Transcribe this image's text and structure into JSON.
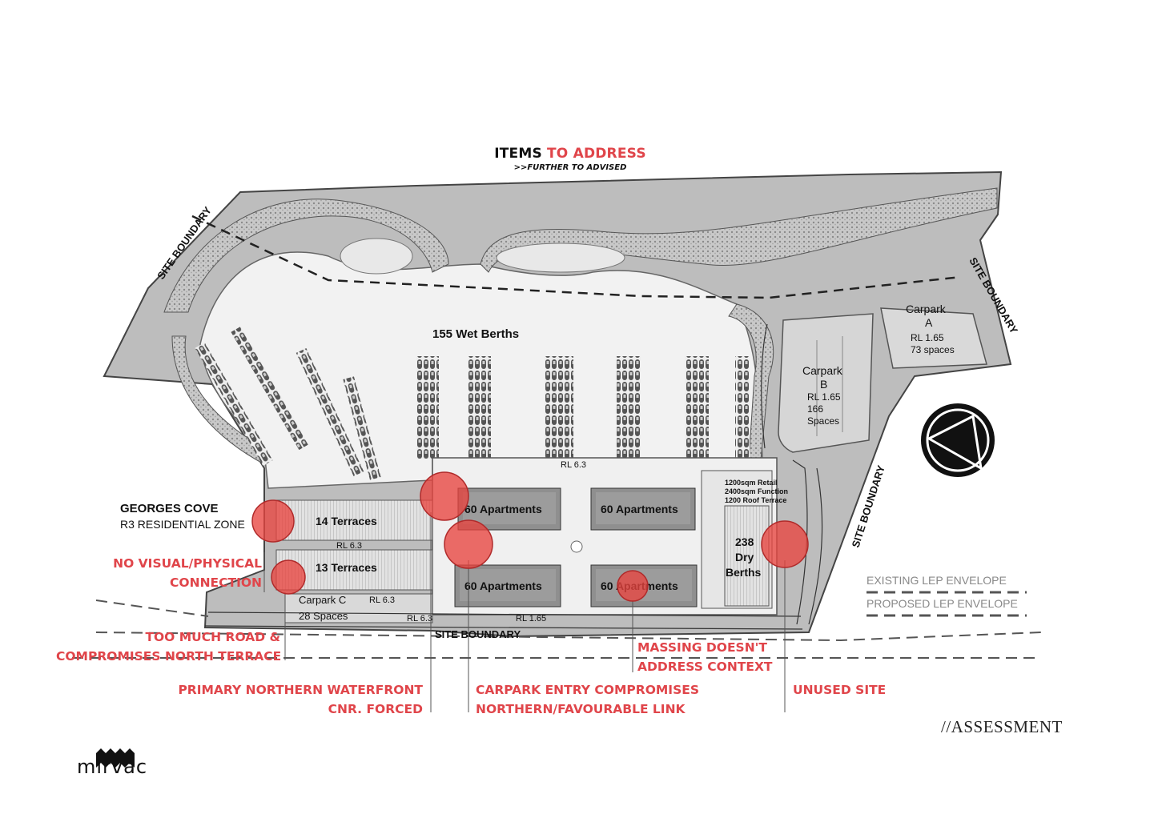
{
  "title": {
    "black": "ITEMS",
    "red": "TO ADDRESS"
  },
  "subtitle": ">>FURTHER TO ADVISED",
  "plan": {
    "site_boundary": "SITE BOUNDARY",
    "wet_berths": "155 Wet Berths",
    "carpark_a": {
      "name": "Carpark",
      "letter": "A",
      "rl": "RL 1.65",
      "spaces": "73 spaces"
    },
    "carpark_b": {
      "name": "Carpark",
      "letter": "B",
      "rl": "RL 1.65",
      "spaces_num": "166",
      "spaces": "Spaces"
    },
    "carpark_c": {
      "name": "Carpark C",
      "spaces": "28 Spaces",
      "rl": "RL 6.3"
    },
    "zone_name": "GEORGES COVE",
    "zone_type": "R3 RESIDENTIAL ZONE",
    "terraces_14": "14 Terraces",
    "terraces_13": "13 Terraces",
    "rl_63": "RL 6.3",
    "rl_165": "RL 1.65",
    "apartments": "60 Apartments",
    "retail_1": "1200sqm Retail",
    "retail_2": "2400sqm Function",
    "retail_3": "1200 Roof Terrace",
    "dry_berths_num": "238",
    "dry_berths_1": "Dry",
    "dry_berths_2": "Berths"
  },
  "legend": {
    "existing": "EXISTING LEP ENVELOPE",
    "proposed": "PROPOSED LEP ENVELOPE"
  },
  "issues": {
    "no_connection_1": "NO VISUAL/PHYSICAL",
    "no_connection_2": "CONNECTION",
    "road_1": "TOO MUCH ROAD &",
    "road_2": "COMPROMISES NORTH TERRACE",
    "waterfront_1": "PRIMARY NORTHERN WATERFRONT",
    "waterfront_2": "CNR. FORCED",
    "carpark_1": "CARPARK ENTRY COMPROMISES",
    "carpark_2": "NORTHERN/FAVOURABLE LINK",
    "massing_1": "MASSING DOESN'T",
    "massing_2": "ADDRESS CONTEXT",
    "unused": "UNUSED SITE"
  },
  "footer": {
    "assessment": "//ASSESSMENT",
    "brand": "mirvac"
  },
  "colors": {
    "accent_red": "#e0454a",
    "marker_fill": "#e8443f"
  }
}
